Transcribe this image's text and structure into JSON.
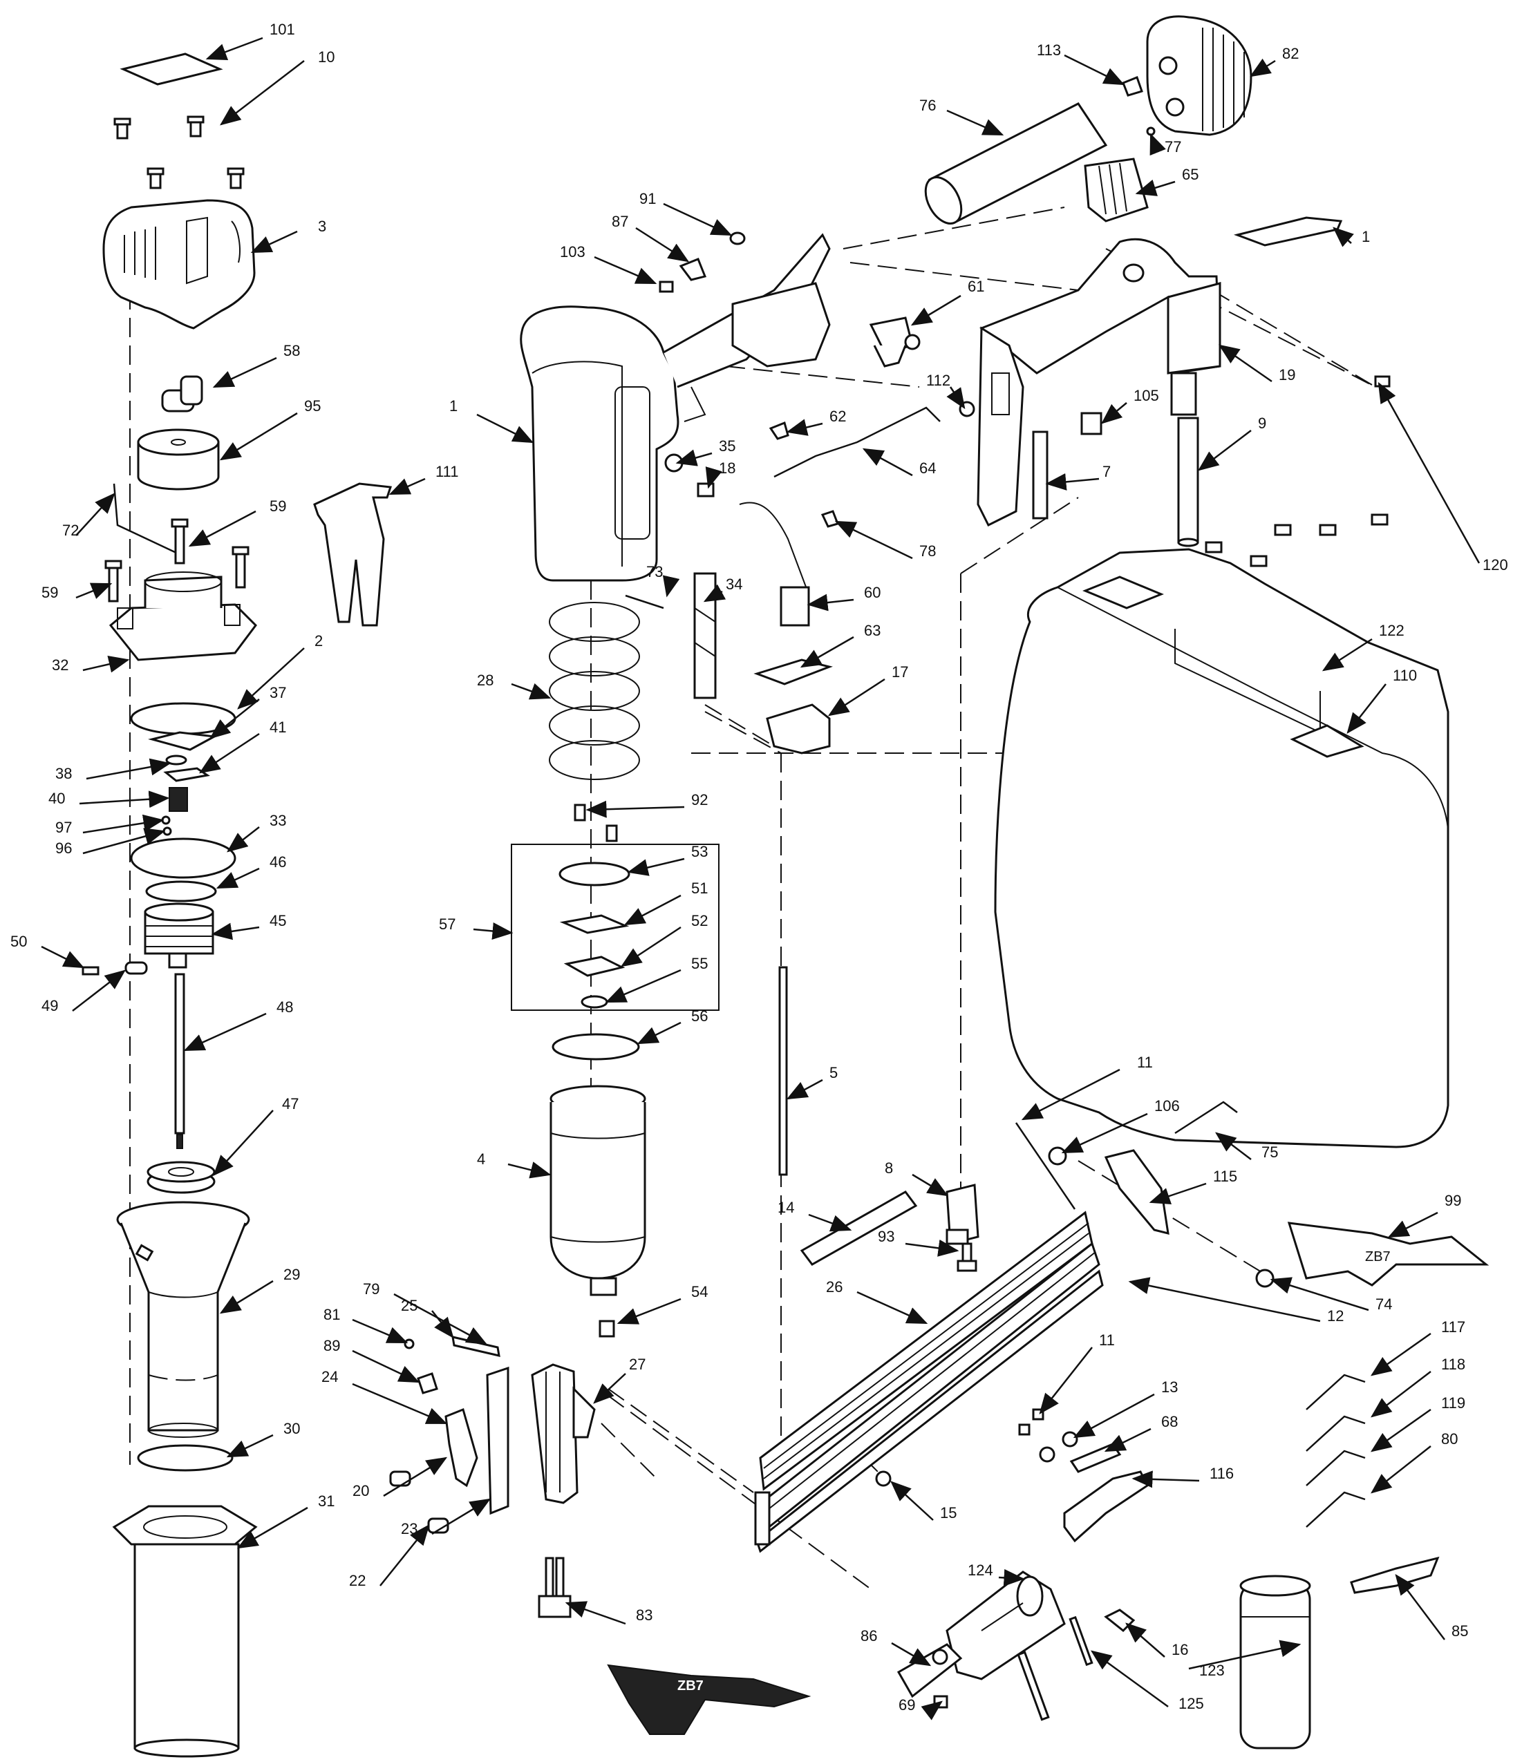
{
  "callouts": [
    "101",
    "10",
    "3",
    "58",
    "95",
    "72",
    "59",
    "59",
    "32",
    "2",
    "37",
    "38",
    "41",
    "40",
    "97",
    "96",
    "33",
    "46",
    "45",
    "50",
    "49",
    "48",
    "47",
    "29",
    "30",
    "31",
    "111",
    "1",
    "91",
    "87",
    "103",
    "61",
    "112",
    "35",
    "18",
    "62",
    "64",
    "78",
    "73",
    "34",
    "60",
    "63",
    "17",
    "28",
    "92",
    "53",
    "57",
    "51",
    "52",
    "55",
    "56",
    "4",
    "5",
    "54",
    "79",
    "81",
    "25",
    "89",
    "27",
    "24",
    "20",
    "23",
    "22",
    "83",
    "113",
    "82",
    "77",
    "76",
    "65",
    "1",
    "19",
    "105",
    "7",
    "9",
    "120",
    "122",
    "110",
    "11",
    "106",
    "75",
    "8",
    "115",
    "99",
    "14",
    "93",
    "26",
    "12",
    "74",
    "11",
    "13",
    "68",
    "116",
    "117",
    "118",
    "119",
    "80",
    "15",
    "124",
    "85",
    "86",
    "16",
    "69",
    "125",
    "123"
  ],
  "text": {
    "box_text": "ZB7",
    "glasses_text": "ZB7"
  },
  "icons": [
    "arrow-leader",
    "exploded-part"
  ],
  "colors": {
    "ink": "#111111",
    "paper": "#ffffff"
  }
}
